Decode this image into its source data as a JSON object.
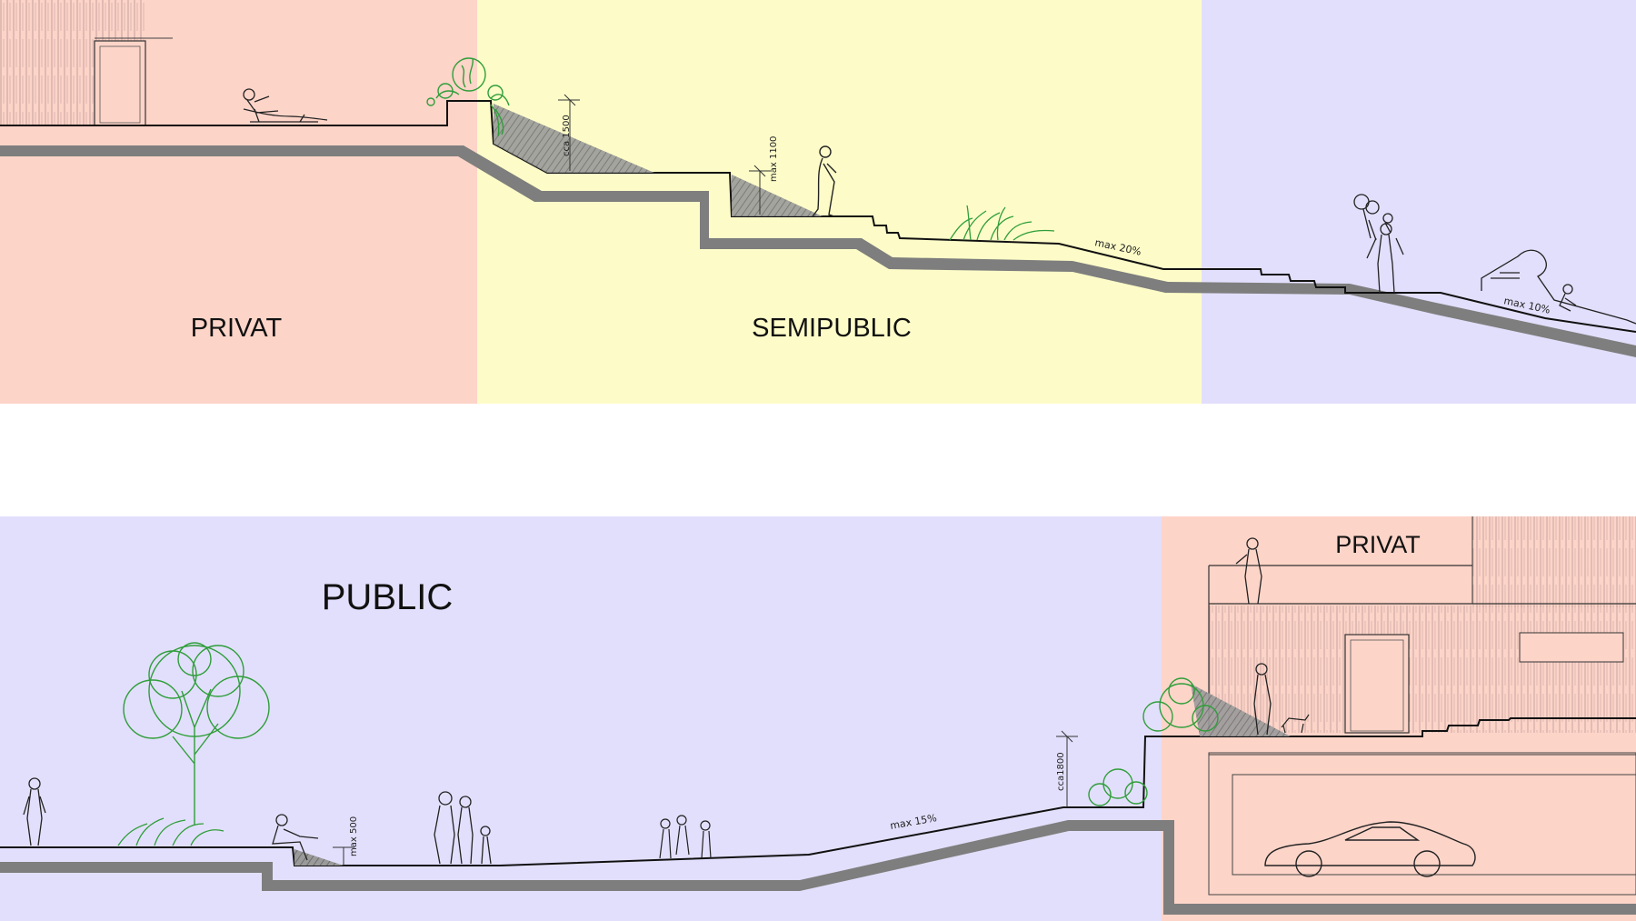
{
  "colors": {
    "privat": "#FDD4C8",
    "semipublic": "#FDFCC8",
    "public": "#E2DFFC",
    "ground_line": "#111111",
    "foundation": "#7E7E7E",
    "vegetation": "#2F9E3A",
    "hatch": "#8C8C8C"
  },
  "top_section": {
    "zones": {
      "privat": "PRIVAT",
      "semipublic": "SEMIPUBLIC"
    },
    "dimensions": {
      "height_wall": "cca 1500",
      "height_step": "max 1100"
    },
    "slopes": {
      "slope_a": "max 20%",
      "slope_b": "max 10%"
    }
  },
  "bottom_section": {
    "zones": {
      "public": "PUBLIC",
      "privat": "PRIVAT"
    },
    "dimensions": {
      "height_low": "max 500",
      "height_high": "cca1800"
    },
    "slopes": {
      "slope_a": "max 15%"
    }
  },
  "icons": {
    "figure": "person-icon",
    "tree": "tree-icon",
    "shrub": "shrub-icon",
    "grass": "grass-icon",
    "car": "car-icon",
    "balloons": "balloon-icon",
    "dog": "dog-icon",
    "slide": "slide-icon",
    "lounger": "lounger-icon"
  }
}
